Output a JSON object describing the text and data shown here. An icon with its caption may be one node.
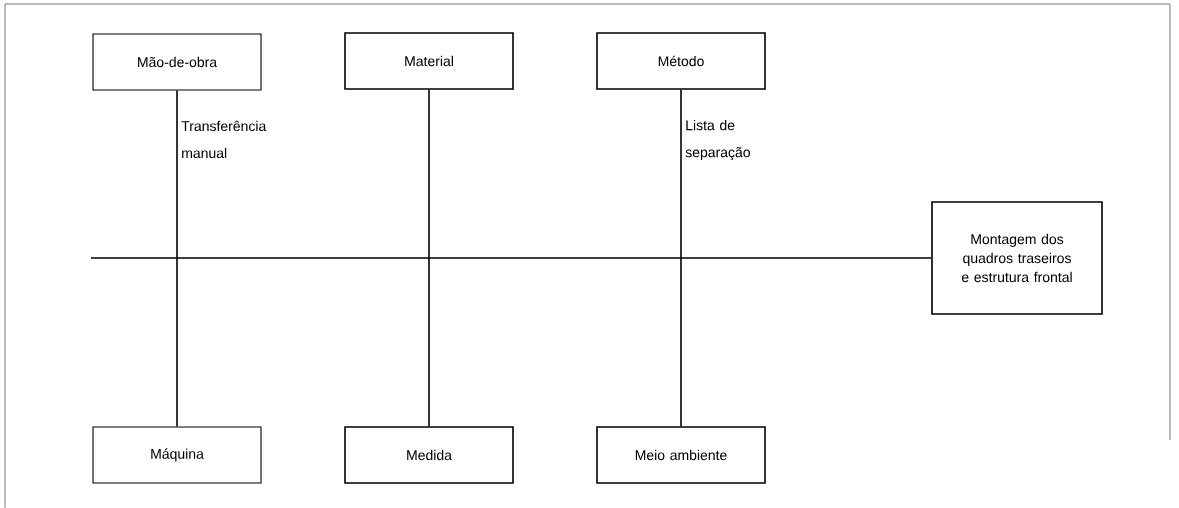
{
  "diagram": {
    "nodes": [
      {
        "text": [
          "Mão-de-obra"
        ]
      },
      {
        "text": [
          "Material"
        ]
      },
      {
        "text": [
          "Método"
        ]
      },
      {
        "text": [
          "Máquina"
        ]
      },
      {
        "text": [
          "Medida"
        ]
      },
      {
        "text": [
          "Meio ambiente"
        ]
      },
      {
        "text": [
          "Montagem dos quadros traseiros e estrutura frontal"
        ]
      }
    ],
    "edges": [
      {
        "from": 0,
        "to": 3,
        "arrow": "none",
        "label": "Transferência manual"
      },
      {
        "from": 1,
        "to": 4,
        "arrow": "none"
      },
      {
        "from": 2,
        "to": 5,
        "arrow": "none",
        "label": "Lista de separação"
      },
      {
        "from": null,
        "to": 6,
        "arrow": "none"
      }
    ]
  }
}
